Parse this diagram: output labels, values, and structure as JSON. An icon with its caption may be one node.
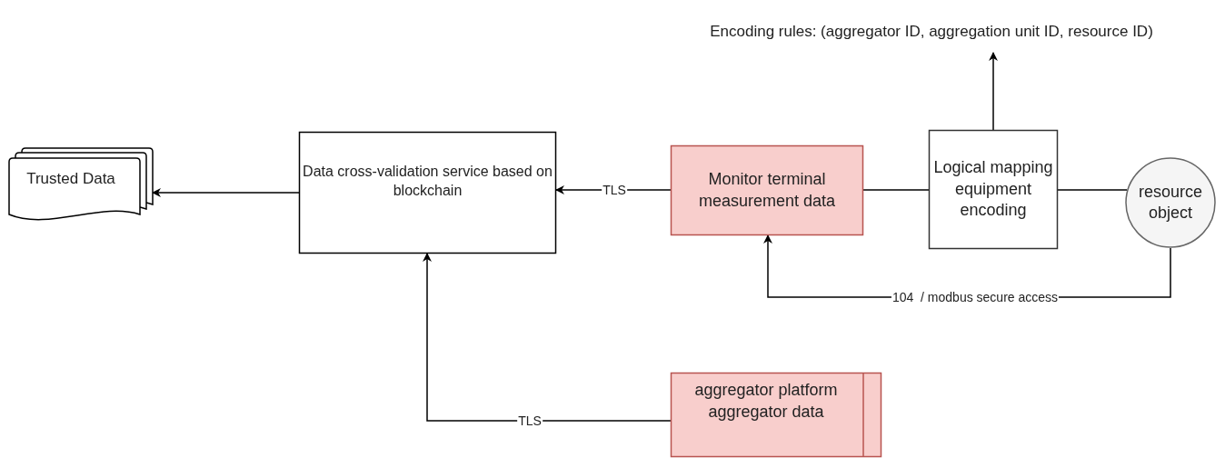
{
  "diagram": {
    "nodes": [
      {
        "text": [
          "Trusted Data"
        ]
      },
      {
        "text": [
          "Data cross-validation service based on blockchain"
        ]
      },
      {
        "text": [
          "Monitor terminal measurement data"
        ]
      },
      {
        "text": [
          "Logical mapping equipment encoding"
        ]
      },
      {
        "text": [
          "resource object"
        ]
      },
      {
        "text": [
          "aggregator platform aggregator data"
        ]
      },
      {
        "text": [
          "Encoding rules: (aggregator ID, aggregation unit ID, resource ID)"
        ]
      }
    ],
    "edges": [
      {
        "from": 1,
        "to": 0,
        "arrow": "to"
      },
      {
        "from": 2,
        "to": 1,
        "arrow": "to",
        "label": "TLS"
      },
      {
        "from": 3,
        "to": 2,
        "arrow": "none"
      },
      {
        "from": 3,
        "to": 4,
        "arrow": "none"
      },
      {
        "from": 3,
        "to": 6,
        "arrow": "to"
      },
      {
        "from": 4,
        "to": 2,
        "arrow": "to",
        "label": "104  / modbus secure access"
      },
      {
        "from": 5,
        "to": 1,
        "arrow": "to",
        "label": "TLS"
      }
    ]
  }
}
